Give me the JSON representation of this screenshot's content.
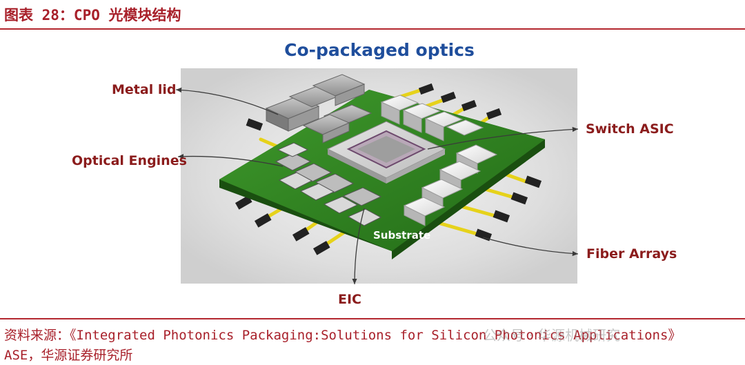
{
  "figure": {
    "title": "图表 28：CPO 光模块结构"
  },
  "diagram": {
    "heading": "Co-packaged optics",
    "labels": {
      "metal_lid": "Metal lid",
      "optical_engines": "Optical Engines",
      "switch_asic": "Switch ASIC",
      "fiber_arrays": "Fiber Arrays",
      "substrate": "Substrate",
      "eic": "EIC"
    },
    "colors": {
      "heading": "#1f4e9c",
      "label": "#8b1c1c",
      "substrate": "#2c7a1e",
      "fiber": "#e6d21a",
      "accent": "#b3262e"
    }
  },
  "source": {
    "line1": "资料来源：《Integrated Photonics Packaging:Solutions for Silicon Photonics Applications》",
    "line2": "ASE，华源证券研究所"
  },
  "watermark": {
    "text": "公众号 · 华源机械研究"
  }
}
